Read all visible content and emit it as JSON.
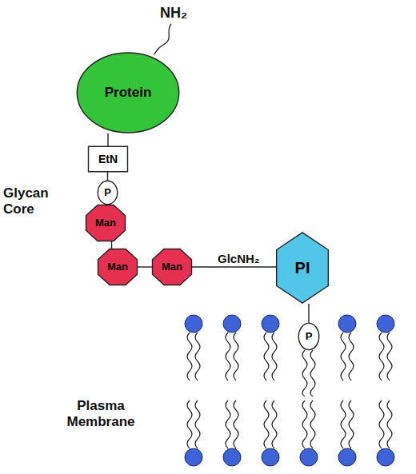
{
  "diagram": {
    "nodes": [
      {
        "text": [
          "Protein"
        ]
      },
      {
        "text": [
          "EtN"
        ]
      },
      {
        "text": [
          "P"
        ]
      },
      {
        "text": [
          "Man"
        ]
      },
      {
        "text": [
          "Man"
        ]
      },
      {
        "text": [
          "Man"
        ]
      },
      {
        "text": [
          "PI"
        ]
      },
      {
        "text": [
          "P"
        ]
      }
    ],
    "edges": [
      {
        "from": 0,
        "to": 1,
        "arrow": "none"
      },
      {
        "from": 1,
        "to": 2,
        "arrow": "none"
      },
      {
        "from": 2,
        "to": 3,
        "arrow": "none"
      },
      {
        "from": 3,
        "to": 4,
        "arrow": "none"
      },
      {
        "from": 4,
        "to": 5,
        "arrow": "none"
      },
      {
        "from": 5,
        "to": 6,
        "label": "GlcNH₂",
        "arrow": "none"
      },
      {
        "from": 6,
        "to": 7,
        "arrow": "none"
      }
    ],
    "labels": [
      "NH₂",
      "Glycan Core",
      "Plasma Membrane"
    ]
  }
}
